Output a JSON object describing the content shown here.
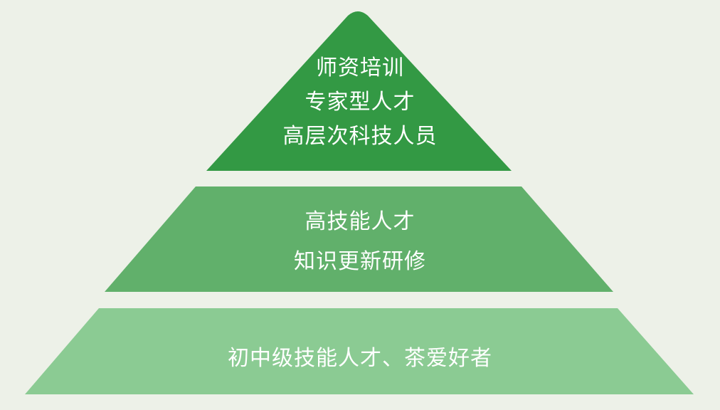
{
  "diagram": {
    "type": "pyramid",
    "background": "#edf1e8",
    "tiers": [
      {
        "level": "top",
        "color": "#339944",
        "lines": [
          "师资培训",
          "专家型人才",
          "高层次科技人员"
        ]
      },
      {
        "level": "middle",
        "color": "#61b06b",
        "lines": [
          "高技能人才",
          "知识更新研修"
        ]
      },
      {
        "level": "bottom",
        "color": "#8bcb93",
        "lines": [
          "初中级技能人才、茶爱好者"
        ]
      }
    ]
  }
}
